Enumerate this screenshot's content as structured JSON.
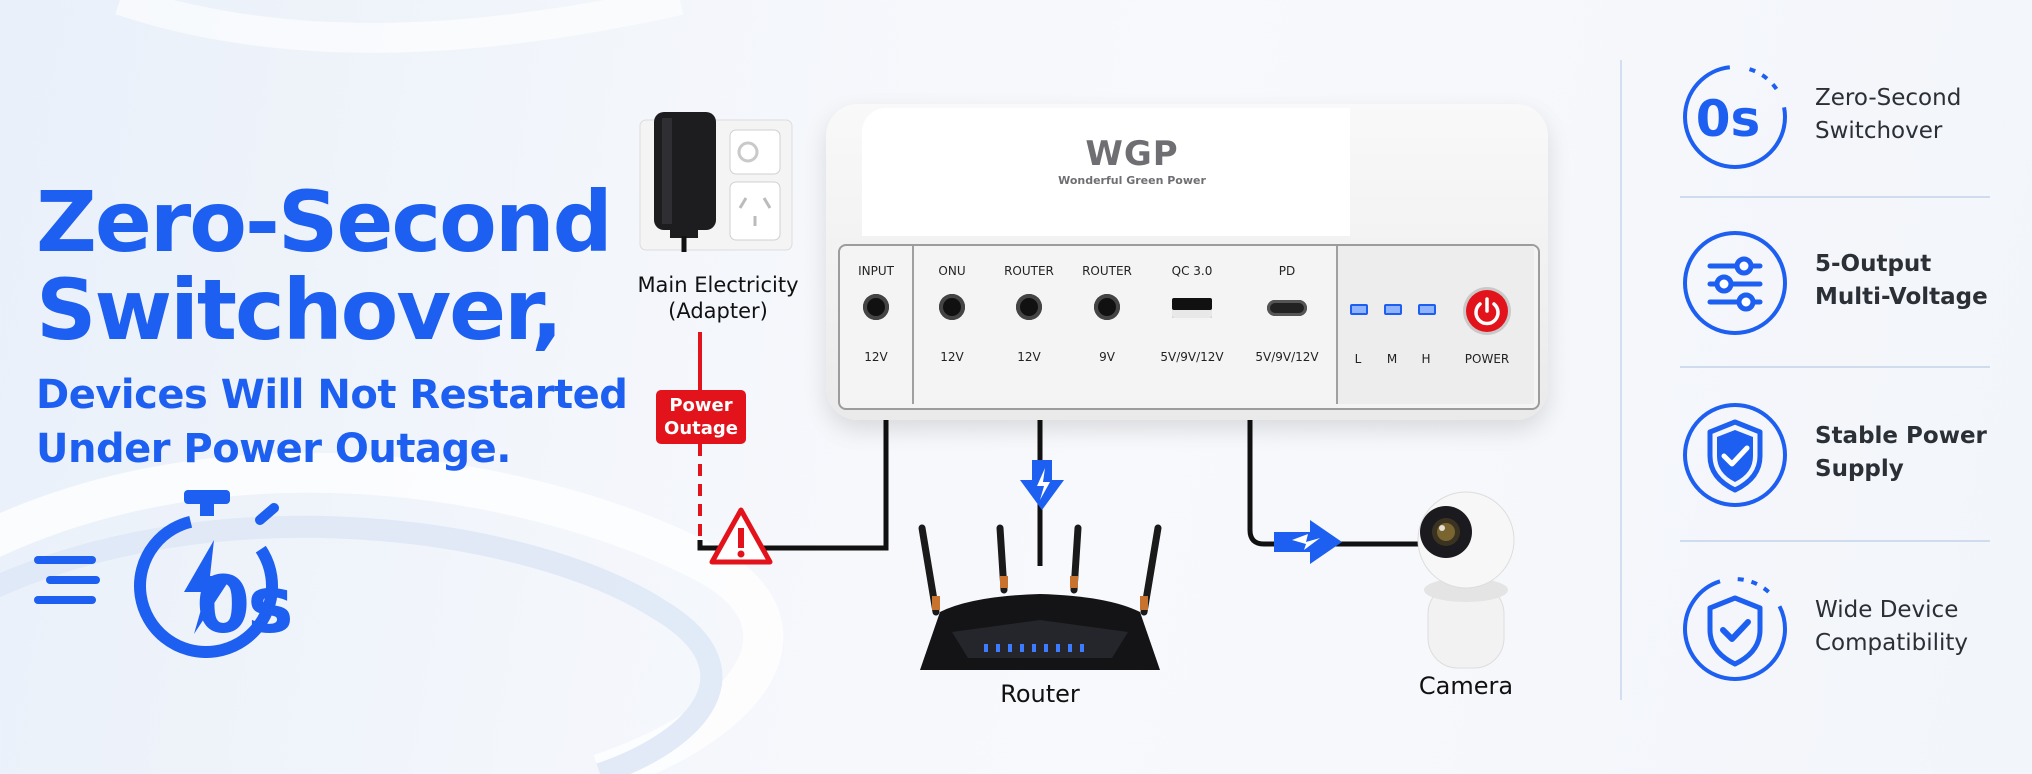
{
  "headline": {
    "line1": "Zero-Second",
    "line2": "Switchover,"
  },
  "subline": {
    "line1": "Devices Will Not Restarted",
    "line2": "Under Power Outage."
  },
  "timer_badge": {
    "label": "0s"
  },
  "device": {
    "brand_logo": "WGP",
    "brand_tagline": "Wonderful Green Power",
    "ports": [
      {
        "name": "INPUT",
        "spec": "12V",
        "shape": "round"
      },
      {
        "name": "ONU",
        "spec": "12V",
        "shape": "round"
      },
      {
        "name": "ROUTER",
        "spec": "12V",
        "shape": "round"
      },
      {
        "name": "ROUTER",
        "spec": "9V",
        "shape": "round"
      },
      {
        "name": "QC 3.0",
        "spec": "5V/9V/12V",
        "shape": "usb-a"
      },
      {
        "name": "PD",
        "spec": "5V/9V/12V",
        "shape": "usb-c"
      }
    ],
    "indicators": [
      "L",
      "M",
      "H"
    ],
    "power_label": "POWER"
  },
  "adapter": {
    "line1": "Main Electricity",
    "line2": "(Adapter)"
  },
  "outage_badge": {
    "line1": "Power",
    "line2": "Outage"
  },
  "router_label": "Router",
  "camera_label": "Camera",
  "features": [
    {
      "line1": "Zero-Second",
      "line2": "Switchover",
      "icon": "zero-seconds-icon",
      "icon_text": "0s"
    },
    {
      "line1": "5-Output",
      "line2": "Multi-Voltage",
      "icon": "sliders-icon"
    },
    {
      "line1": "Stable Power",
      "line2": "Supply",
      "icon": "shield-check-icon"
    },
    {
      "line1": "Wide Device",
      "line2": "Compatibility",
      "icon": "shield-dashed-check-icon"
    }
  ],
  "colors": {
    "brand_blue": "#1d5ff0",
    "alert_red": "#e3131b",
    "text_dark": "#2b2f36"
  }
}
